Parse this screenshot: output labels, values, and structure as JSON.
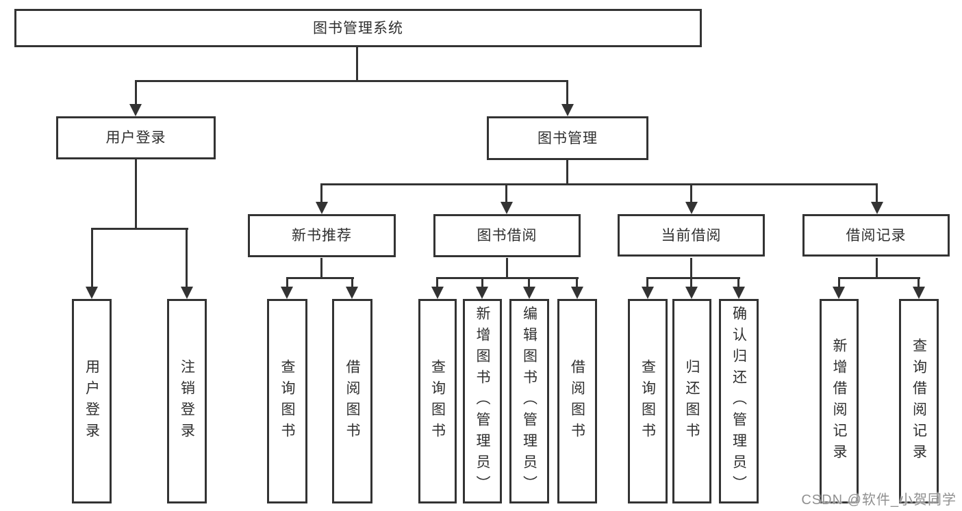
{
  "diagram": {
    "title": "图书管理系统",
    "type": "hierarchy-tree",
    "colors": {
      "line": "#333333",
      "box_border": "#333333",
      "box_fill": "#ffffff",
      "text": "#2f2f2f",
      "background": "#ffffff",
      "watermark": "#909090"
    },
    "nodes": {
      "root": "图书管理系统",
      "user_login": "用户登录",
      "book_mgmt": "图书管理",
      "new_book_rec": "新书推荐",
      "book_borrow": "图书借阅",
      "current_borrow": "当前借阅",
      "borrow_records": "借阅记录",
      "leaf_user_login": "用户登录",
      "leaf_logout": "注销登录",
      "leaf_query_book_rec": "查询图书",
      "leaf_borrow_book_rec": "借阅图书",
      "leaf_query_book_borrow": "查询图书",
      "leaf_add_book": "新增图书（管理员）",
      "leaf_edit_book": "编辑图书（管理员）",
      "leaf_borrow_book": "借阅图书",
      "leaf_query_book_current": "查询图书",
      "leaf_return_book": "归还图书",
      "leaf_confirm_return": "确认归还（管理员）",
      "leaf_add_borrow_record": "新增借阅记录",
      "leaf_query_borrow_record": "查询借阅记录"
    },
    "edges": [
      [
        "root",
        "user_login"
      ],
      [
        "root",
        "book_mgmt"
      ],
      [
        "user_login",
        "leaf_user_login"
      ],
      [
        "user_login",
        "leaf_logout"
      ],
      [
        "book_mgmt",
        "new_book_rec"
      ],
      [
        "book_mgmt",
        "book_borrow"
      ],
      [
        "book_mgmt",
        "current_borrow"
      ],
      [
        "book_mgmt",
        "borrow_records"
      ],
      [
        "new_book_rec",
        "leaf_query_book_rec"
      ],
      [
        "new_book_rec",
        "leaf_borrow_book_rec"
      ],
      [
        "book_borrow",
        "leaf_query_book_borrow"
      ],
      [
        "book_borrow",
        "leaf_add_book"
      ],
      [
        "book_borrow",
        "leaf_edit_book"
      ],
      [
        "book_borrow",
        "leaf_borrow_book"
      ],
      [
        "current_borrow",
        "leaf_query_book_current"
      ],
      [
        "current_borrow",
        "leaf_return_book"
      ],
      [
        "current_borrow",
        "leaf_confirm_return"
      ],
      [
        "borrow_records",
        "leaf_add_borrow_record"
      ],
      [
        "borrow_records",
        "leaf_query_borrow_record"
      ]
    ],
    "watermark": "CSDN @软件_小贺同学"
  }
}
